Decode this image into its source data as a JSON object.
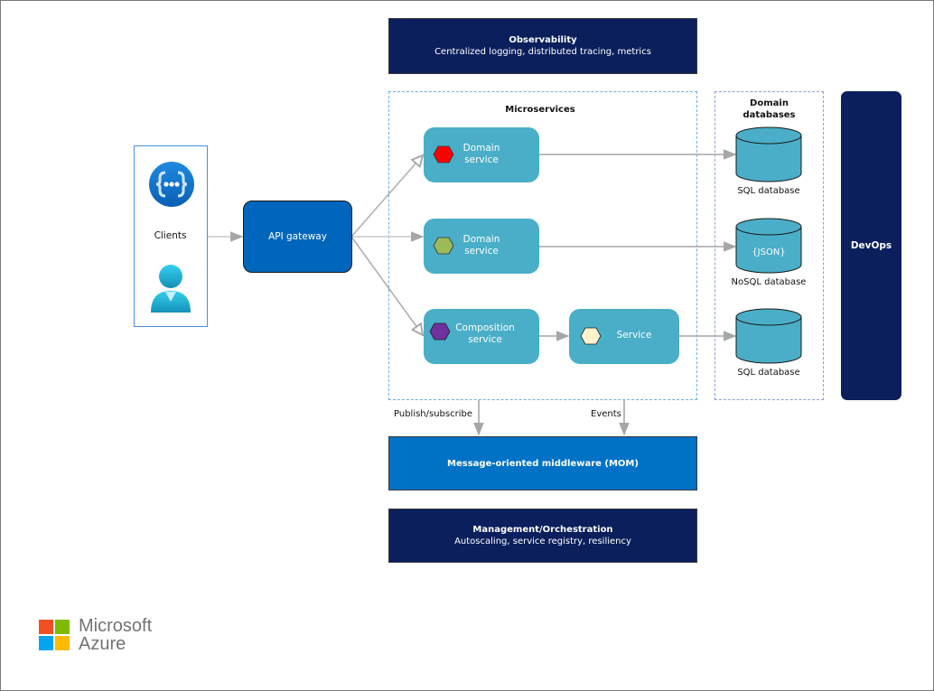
{
  "observability": {
    "title": "Observability",
    "subtitle": "Centralized logging, distributed tracing, metrics"
  },
  "clients": {
    "label": "Clients",
    "icons": [
      "api-client-icon",
      "user-icon"
    ]
  },
  "api_gateway": {
    "label": "API gateway"
  },
  "microservices": {
    "title": "Microservices",
    "services": [
      {
        "label_line1": "Domain",
        "label_line2": "service",
        "hex_color": "#ff0000"
      },
      {
        "label_line1": "Domain",
        "label_line2": "service",
        "hex_color": "#9bbb59"
      },
      {
        "label_line1": "Composition",
        "label_line2": "service",
        "hex_color": "#7030a0"
      },
      {
        "label_line1": "Service",
        "label_line2": "",
        "hex_color": "#fff2cc"
      }
    ]
  },
  "databases": {
    "title_line1": "Domain",
    "title_line2": "databases",
    "items": [
      {
        "label": "SQL database",
        "inner": ""
      },
      {
        "label": "NoSQL database",
        "inner": "{JSON}"
      },
      {
        "label": "SQL database",
        "inner": ""
      }
    ]
  },
  "devops": {
    "label": "DevOps"
  },
  "connectors": {
    "publish_subscribe": "Publish/subscribe",
    "events": "Events"
  },
  "mom": {
    "title": "Message-oriented middleware (MOM)"
  },
  "management": {
    "title": "Management/Orchestration",
    "subtitle": "Autoscaling, service registry, resiliency"
  },
  "logo": {
    "line1": "Microsoft",
    "line2": "Azure",
    "colors": [
      "#f25022",
      "#7fba00",
      "#00a4ef",
      "#ffb900"
    ]
  },
  "colors": {
    "navy": "#0a1f5c",
    "mom_blue": "#0072c6",
    "gateway_blue": "#0066bb",
    "service_teal": "#4aaec8",
    "connector_gray": "#a6a6a6"
  }
}
